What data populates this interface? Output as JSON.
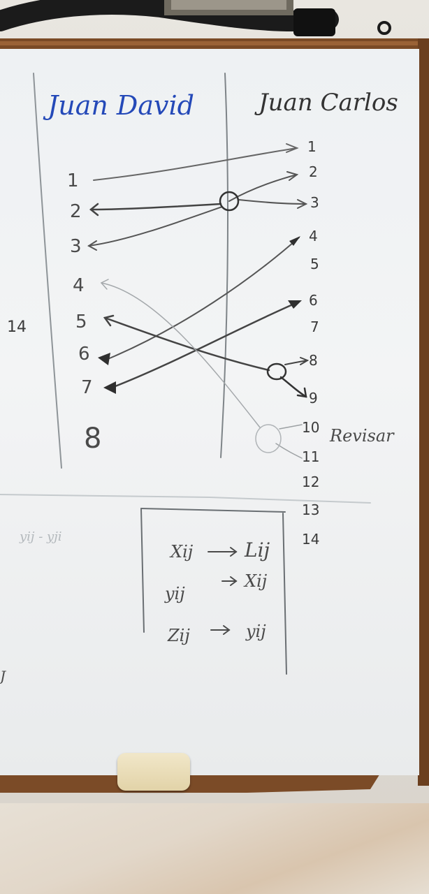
{
  "whiteboard": {
    "header": {
      "left": "Juan David",
      "right": "Juan Carlos"
    },
    "left_column": [
      "1",
      "2",
      "3",
      "4",
      "5",
      "6",
      "7",
      "8"
    ],
    "right_column": [
      "1",
      "2",
      "3",
      "4",
      "5",
      "6",
      "7",
      "8",
      "9",
      "10",
      "11",
      "12",
      "13",
      "14"
    ],
    "side_note": "Revisar",
    "margin_marks": {
      "left_number": "14",
      "faint_expression": "yij - yji",
      "edge_letter": "J"
    },
    "table": [
      {
        "from": "Xij",
        "to": "Lij"
      },
      {
        "from": "yij",
        "to": "Xij"
      },
      {
        "from": "Zij",
        "to": "yij"
      }
    ],
    "arrow_symbol": "→",
    "colors": {
      "marker_blue": "#2449b8",
      "marker_black": "#2f2f2f",
      "board": "#f1f3f4",
      "frame_wood": "#7a4a26"
    }
  }
}
